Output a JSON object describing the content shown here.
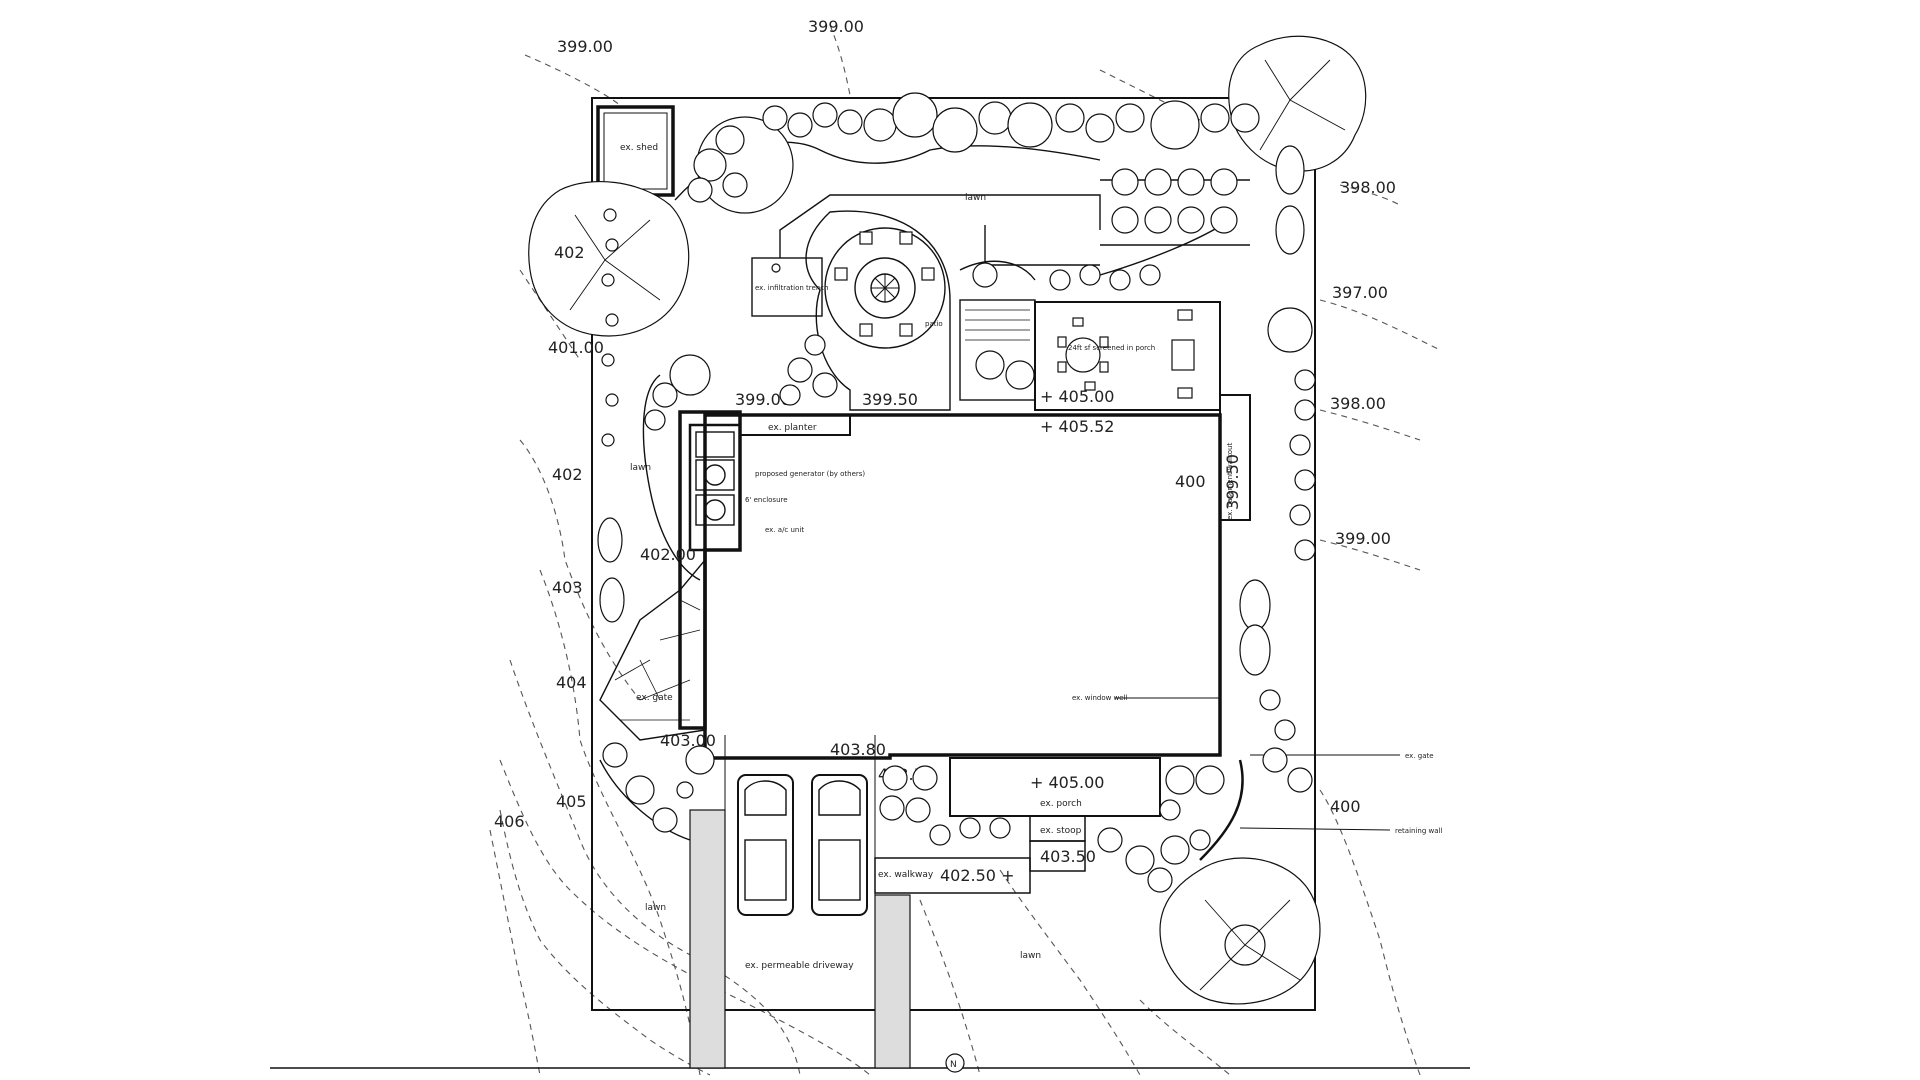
{
  "elevations": {
    "contour_399_left": "399.00",
    "contour_399_top": "399.00",
    "contour_402_left": "402",
    "contour_401_left": "401.00",
    "contour_402b_left": "402",
    "contour_403_left": "403",
    "contour_404_left": "404",
    "contour_405_left": "405",
    "contour_406_left": "406",
    "contour_398_right": "398.00",
    "contour_397_right": "397.00",
    "contour_398b_right": "398.00",
    "contour_399_right": "399.00",
    "contour_400_right": "400",
    "spot_400_house": "400",
    "spot_405_00_porch_deck": "+ 405.00",
    "spot_405_52": "+ 405.52",
    "spot_399_50_patio": "399.50",
    "spot_399_00_step": "399.00",
    "spot_402_00_walk": "402.00",
    "spot_403_00_gate": "403.00",
    "spot_403_80": "403.80",
    "spot_403_50_bed": "403.50",
    "spot_405_00_porch": "+ 405.00",
    "spot_402_50_walkway": "402.50 +",
    "spot_403_50_stoop": "403.50",
    "spot_399_50_east": "399.50"
  },
  "labels": {
    "shed": "ex. shed",
    "lawn_top": "lawn",
    "lawn_left": "lawn",
    "lawn_bottom_left": "lawn",
    "lawn_bottom": "lawn",
    "infiltration_trench": "ex. infiltration trench",
    "screened_porch": "24ft sf screened in porch",
    "planter": "ex. planter",
    "generator": "proposed generator (by others)",
    "enclosure": "6' enclosure",
    "ac_unit": "ex. a/c unit",
    "gate_left": "ex. gate",
    "gate_right": "ex. gate",
    "window_well": "ex. window well",
    "retaining_wall": "retaining wall",
    "porch": "ex. porch",
    "stoop": "ex. stoop",
    "walkway": "ex. walkway",
    "driveway": "ex. permeable driveway",
    "bed_label": "ex. basement walkout",
    "north": "N",
    "patio_steps": "patio"
  }
}
